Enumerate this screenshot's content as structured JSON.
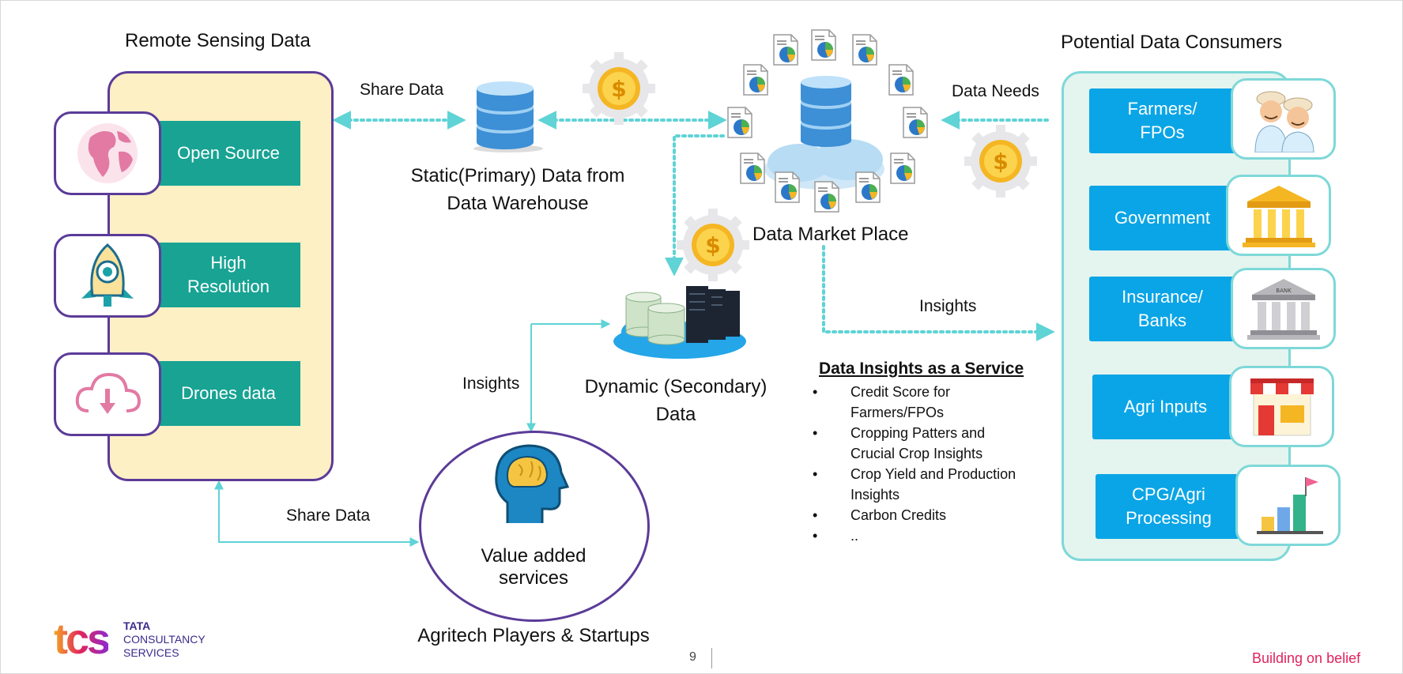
{
  "remote_sensing": {
    "title": "Remote Sensing Data",
    "items": [
      {
        "label": "Open Source",
        "icon": "globe-icon"
      },
      {
        "label": "High\nResolution",
        "icon": "rocket-icon"
      },
      {
        "label": "Drones data",
        "icon": "cloud-download-icon"
      }
    ]
  },
  "flows": {
    "share_data_top": "Share Data",
    "share_data_bottom": "Share Data",
    "data_needs": "Data Needs",
    "insights_right": "Insights",
    "insights_left": "Insights"
  },
  "static_data": {
    "label": "Static(Primary) Data from\nData Warehouse"
  },
  "market": {
    "label": "Data Market Place"
  },
  "dynamic_data": {
    "label": "Dynamic (Secondary)\nData"
  },
  "value_added": {
    "label": "Value added\nservices",
    "caption": "Agritech Players & Startups"
  },
  "consumers": {
    "title": "Potential Data Consumers",
    "items": [
      {
        "label": "Farmers/\nFPOs",
        "icon": "farmers-icon"
      },
      {
        "label": "Government",
        "icon": "government-building-icon"
      },
      {
        "label": "Insurance/\nBanks",
        "icon": "bank-icon"
      },
      {
        "label": "Agri Inputs",
        "icon": "shop-icon"
      },
      {
        "label": "CPG/Agri\nProcessing",
        "icon": "growth-chart-icon"
      }
    ]
  },
  "insights_service": {
    "title": "Data Insights as a Service",
    "bullets": [
      "Credit Score for\nFarmers/FPOs",
      "Cropping Patters and\nCrucial Crop Insights",
      "Crop Yield and Production\nInsights",
      "Carbon Credits",
      ".."
    ]
  },
  "footer": {
    "logo_mark": "tcs",
    "logo_line1": "TATA",
    "logo_line2": "CONSULTANCY",
    "logo_line3": "SERVICES",
    "page_number": "9",
    "tagline": "Building on belief"
  },
  "colors": {
    "teal": "#18a393",
    "blue": "#0aa5e6",
    "purple": "#5b3b98",
    "cream": "#fdf0c4",
    "mint": "#e4f4ef",
    "dotted": "#5fd3d6",
    "tagline": "#e0245e"
  }
}
